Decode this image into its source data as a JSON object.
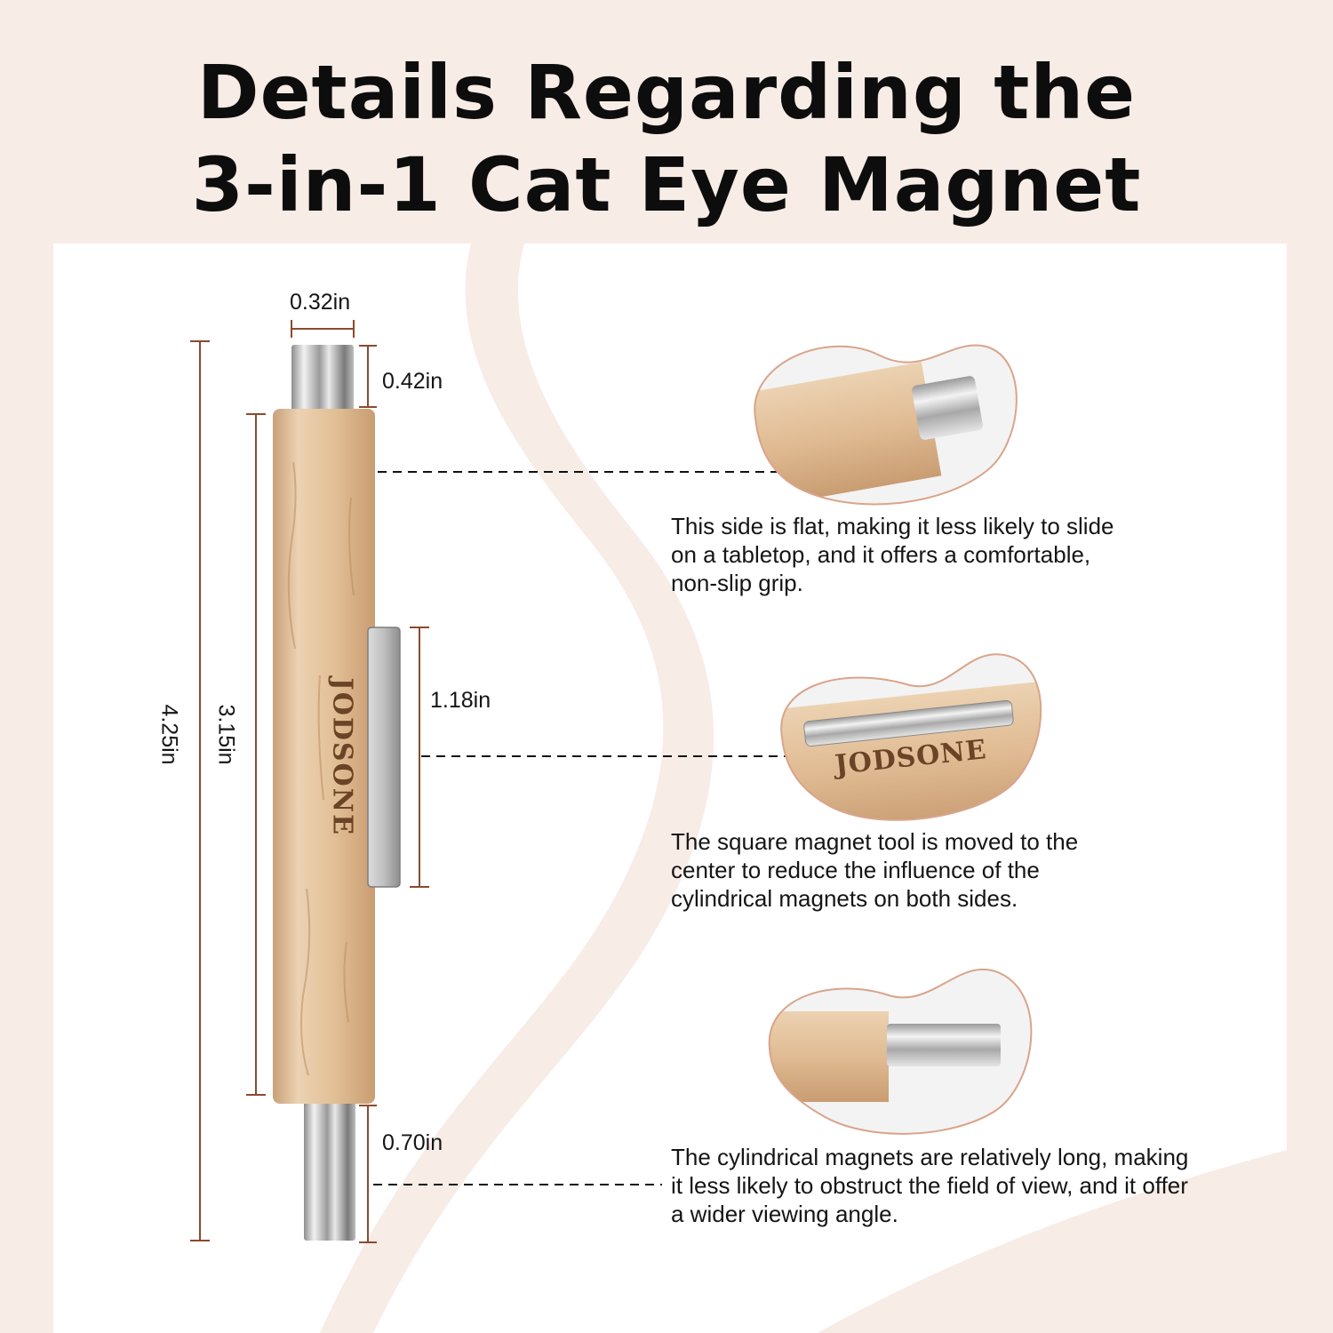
{
  "title": {
    "line1": "Details Regarding the",
    "line2": "3-in-1 Cat Eye Magnet"
  },
  "product": {
    "brand": "JODSONE"
  },
  "dimensions": {
    "tip_width": "0.32in",
    "top_magnet_length": "0.42in",
    "square_magnet_length": "1.18in",
    "total_length": "4.25in",
    "body_length": "3.15in",
    "bottom_magnet_length": "0.70in"
  },
  "features": [
    {
      "text": "This side is flat, making it less likely to slide on a tabletop, and it offers a comfortable, non-slip grip."
    },
    {
      "text": "The square magnet tool is moved to the center to reduce the influence of the cylindrical magnets on both sides."
    },
    {
      "text": "The cylindrical magnets are relatively long, making it less likely to obstruct the field of view, and it offer a wider viewing angle."
    }
  ],
  "colors": {
    "background": "#f7ece6",
    "panel": "#ffffff",
    "dimension_line": "#8a4a30",
    "blob_outline": "#d9a48b",
    "wood": "#e2bf96",
    "metal": "#c8c8c8"
  }
}
